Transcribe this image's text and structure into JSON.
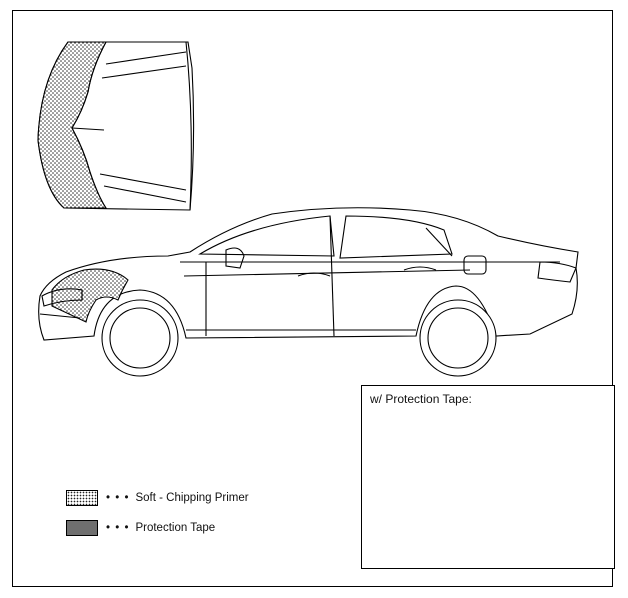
{
  "inset": {
    "title": "w/ Protection Tape:"
  },
  "legend": {
    "dots": "• • •",
    "items": [
      {
        "label": "Soft - Chipping Primer",
        "swatch": "dotted-pattern"
      },
      {
        "label": "Protection Tape",
        "swatch": "solid-gray"
      }
    ]
  },
  "colors": {
    "line": "#000000",
    "tape": "#6f6f6f",
    "background": "#ffffff"
  }
}
